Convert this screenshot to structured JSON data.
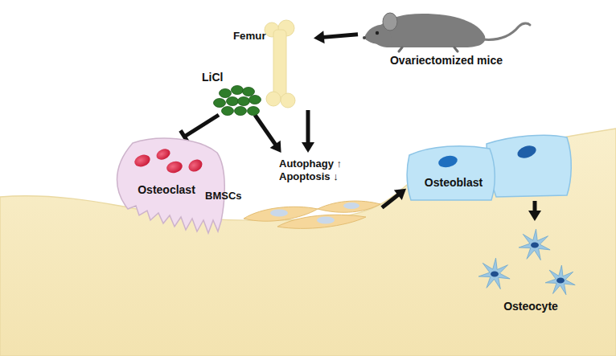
{
  "diagram": {
    "nodes": [
      {
        "text": [
          "Ovariectomized mice"
        ]
      },
      {
        "text": [
          "Femur"
        ]
      },
      {
        "text": [
          "LiCl"
        ]
      },
      {
        "text": [
          "Osteoclast"
        ]
      },
      {
        "text": [
          "Autophagy ↑ Apoptosis ↓",
          "BMSCs"
        ]
      },
      {
        "text": [
          "Osteoblast"
        ]
      },
      {
        "text": [
          "Osteocyte"
        ]
      }
    ],
    "edges": [
      {
        "from": 0,
        "to": 1,
        "arrow": "to"
      },
      {
        "from": 1,
        "to": 4,
        "arrow": "to"
      },
      {
        "from": 2,
        "to": 3,
        "arrow": "to"
      },
      {
        "from": 2,
        "to": 4,
        "arrow": "to"
      },
      {
        "from": 4,
        "to": 5,
        "arrow": "to"
      },
      {
        "from": 5,
        "to": 6,
        "arrow": "to"
      }
    ]
  }
}
